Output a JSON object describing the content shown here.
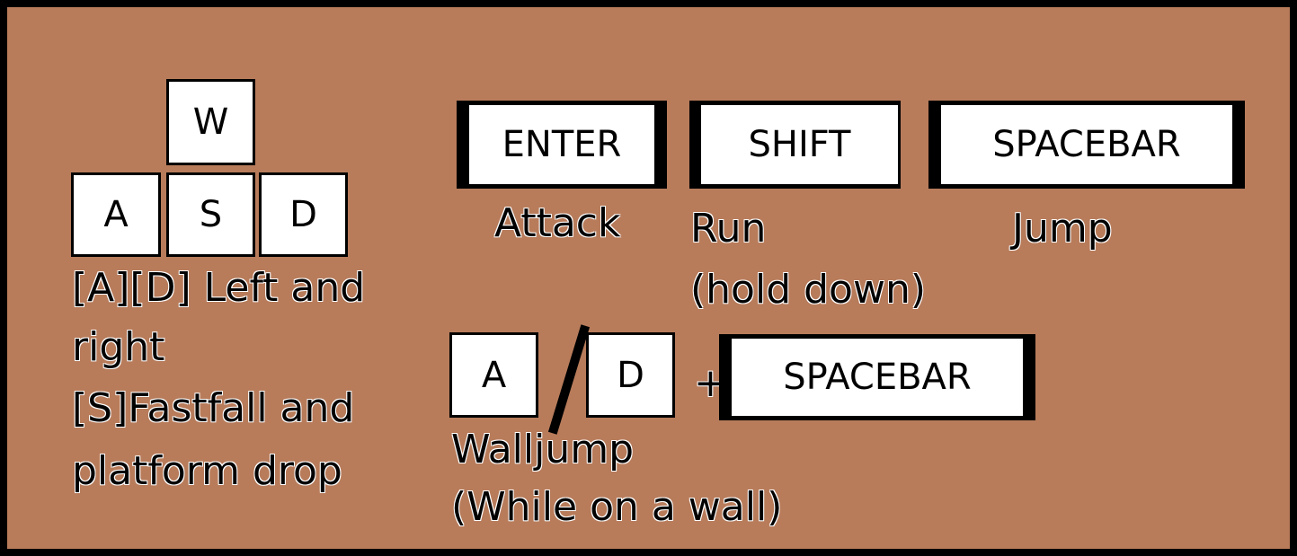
{
  "wasd": {
    "w": "W",
    "a": "A",
    "s": "S",
    "d": "D",
    "description": [
      "[A][D] Left and",
      "right",
      "[S]Fastfall and",
      "platform drop"
    ]
  },
  "enter": {
    "key": "ENTER",
    "action": "Attack"
  },
  "shift": {
    "key": "SHIFT",
    "action": [
      "Run",
      "(hold down)"
    ]
  },
  "spacebar": {
    "key": "SPACEBAR",
    "action": "Jump"
  },
  "walljump": {
    "key_a": "A",
    "key_d": "D",
    "plus": "+",
    "key_space": "SPACEBAR",
    "action": [
      "Walljump",
      "(While on a wall)"
    ]
  }
}
